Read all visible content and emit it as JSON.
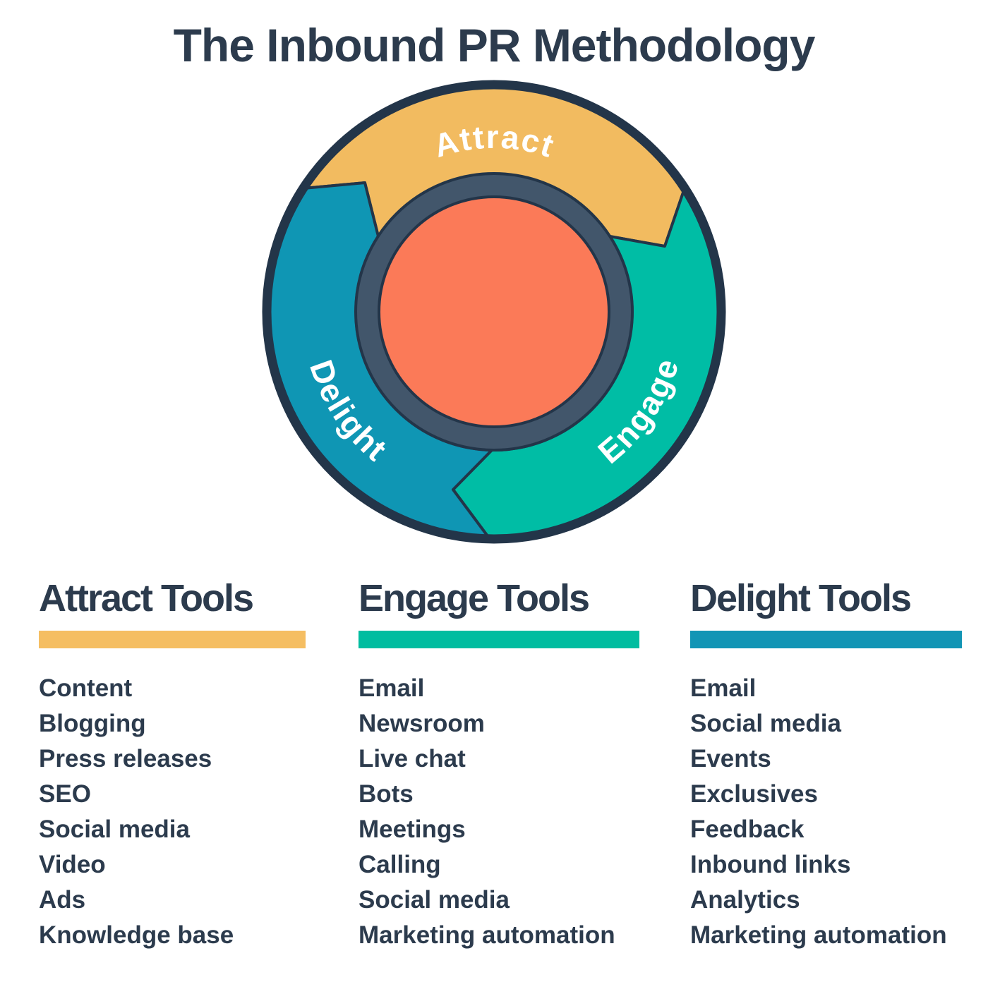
{
  "title": "The Inbound PR Methodology",
  "wheel": {
    "segments": [
      {
        "label": "Attract",
        "color": "#F2BB60"
      },
      {
        "label": "Engage",
        "color": "#00BDA5"
      },
      {
        "label": "Delight",
        "color": "#0F96B4"
      }
    ],
    "ring_color": "#42566B",
    "center_color": "#FB7A58",
    "outline_color": "#233549",
    "label_color": "#FFFFFF"
  },
  "columns": [
    {
      "heading": "Attract Tools",
      "accent_color": "#F5BE62",
      "items": [
        "Content",
        "Blogging",
        "Press releases",
        "SEO",
        "Social media",
        "Video",
        "Ads",
        "Knowledge base"
      ]
    },
    {
      "heading": "Engage Tools",
      "accent_color": "#00BDA0",
      "items": [
        "Email",
        "Newsroom",
        "Live chat",
        "Bots",
        "Meetings",
        "Calling",
        "Social media",
        "Marketing automation"
      ]
    },
    {
      "heading": "Delight Tools",
      "accent_color": "#1295B5",
      "items": [
        "Email",
        "Social media",
        "Events",
        "Exclusives",
        "Feedback",
        "Inbound links",
        "Analytics",
        "Marketing automation"
      ]
    }
  ],
  "text_color": "#2C3B4D"
}
